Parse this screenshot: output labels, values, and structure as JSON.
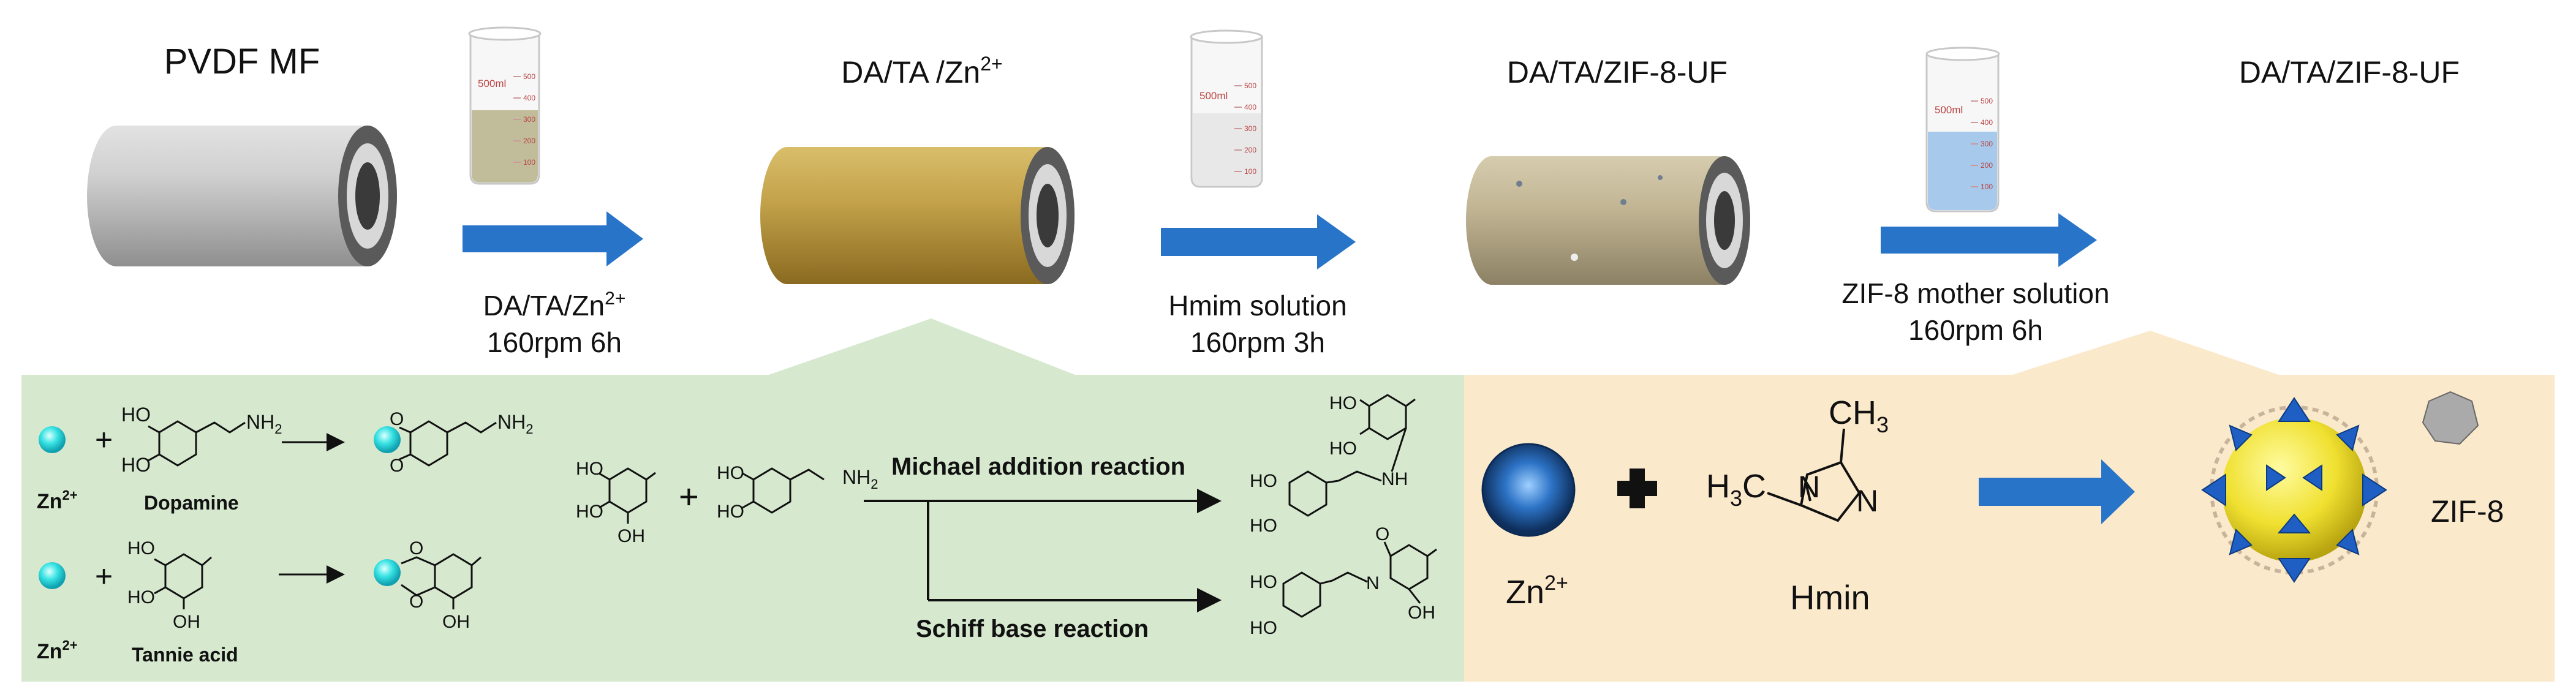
{
  "top": {
    "stages": [
      {
        "title": "PVDF MF"
      },
      {
        "title": "DA/TA /Zn",
        "sup": "2+"
      },
      {
        "title": "DA/TA/ZIF-8-UF"
      },
      {
        "title": "DA/TA/ZIF-8-UF"
      }
    ],
    "beakers": [
      {
        "volume": "500ml",
        "ticks": [
          "500",
          "400",
          "300",
          "200",
          "100"
        ],
        "liquid_color": "#b7b38a"
      },
      {
        "volume": "500ml",
        "ticks": [
          "500",
          "400",
          "300",
          "200",
          "100"
        ],
        "liquid_color": "#e6e6e6"
      },
      {
        "volume": "500ml",
        "ticks": [
          "500",
          "400",
          "300",
          "200",
          "100"
        ],
        "liquid_color": "#9cc3ea"
      }
    ],
    "steps": [
      {
        "line1": "DA/TA/Zn",
        "line1_sup": "2+",
        "line2": "160rpm 6h"
      },
      {
        "line1": "Hmim solution",
        "line2": "160rpm 3h"
      },
      {
        "line1": "ZIF-8 mother solution",
        "line2": "160rpm 6h"
      }
    ],
    "membrane_colors": [
      "#bcbcbc",
      "#b8973e",
      "#b6aa86"
    ],
    "arrow_color": "#2874c8"
  },
  "left_panel": {
    "bg_color": "#d6e9cf",
    "zn_label": "Zn",
    "zn_sup": "2+",
    "plus": "+",
    "dopamine": "Dopamine",
    "tannic": "Tannie acid",
    "groups": {
      "OH": "OH",
      "HO": "HO",
      "NH2": "NH",
      "NH2_sub": "2",
      "NH": "NH",
      "N": "N",
      "O": "O"
    },
    "michael": "Michael addition reaction",
    "schiff": "Schiff base reaction"
  },
  "right_panel": {
    "bg_color": "#fbe9cc",
    "zn_label": "Zn",
    "zn_sup": "2+",
    "plus": "+",
    "ch3_top": "CH",
    "ch3_sub": "3",
    "h3c_left": "H",
    "h3c_sub": "3",
    "h3c_c": "C",
    "n1": "N",
    "n2": "N",
    "hmin": "Hmin",
    "zif8": "ZIF-8"
  }
}
